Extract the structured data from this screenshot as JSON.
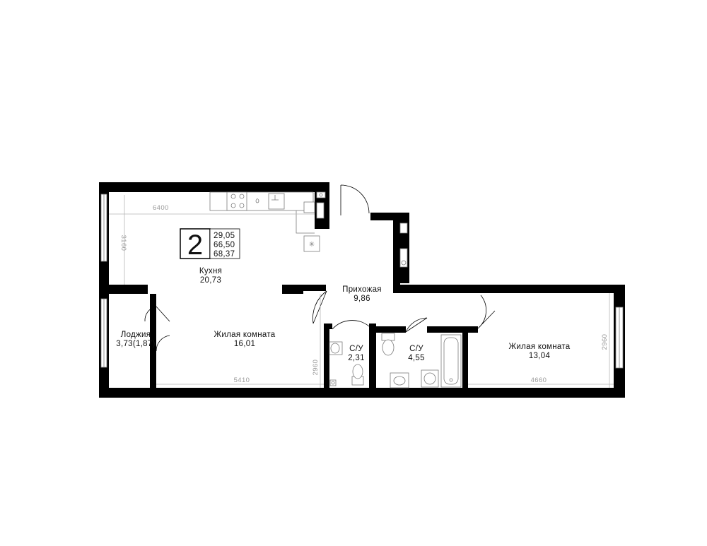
{
  "plan": {
    "rooms_count": "2",
    "areas": {
      "living": "29,05",
      "total": "66,50",
      "total_with_loggia": "68,37"
    },
    "rooms": [
      {
        "name": "Кухня",
        "area": "20,73"
      },
      {
        "name": "Прихожая",
        "area": "9,86"
      },
      {
        "name": "Лоджия",
        "area": "3,73(1,87)"
      },
      {
        "name": "Жилая комната",
        "area": "16,01"
      },
      {
        "name": "С/У",
        "area": "2,31"
      },
      {
        "name": "С/У",
        "area": "4,55"
      },
      {
        "name": "Жилая комната",
        "area": "13,04"
      }
    ],
    "dimensions": {
      "kitchen_width": "6400",
      "kitchen_depth": "3160",
      "room1_width": "5410",
      "room1_depth": "2960",
      "room2_width": "4660",
      "room2_depth": "2960"
    }
  }
}
